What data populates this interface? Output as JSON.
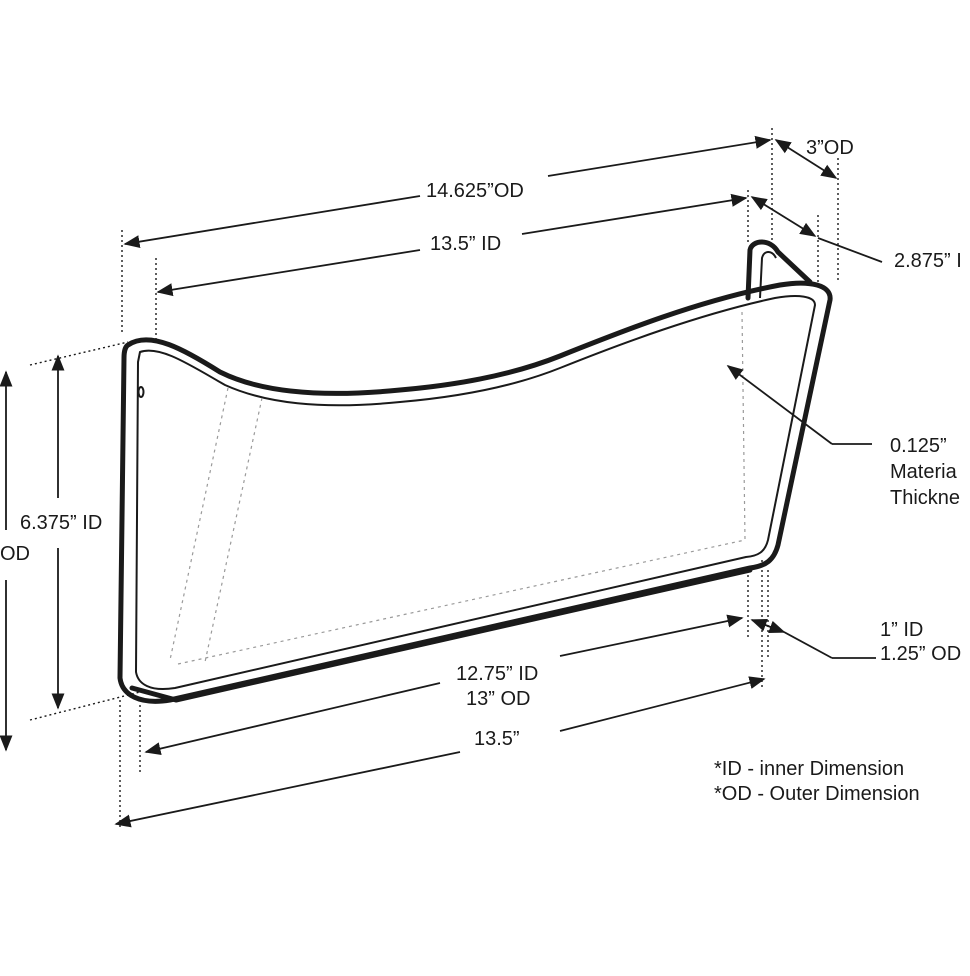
{
  "dimensions": {
    "od_depth": "3”OD",
    "outer_width": "14.625”OD",
    "inner_width": "13.5” ID",
    "id_depth": "2.875” I",
    "material_line1": "0.125”",
    "material_line2": "Materia",
    "material_line3": "Thickne",
    "inner_height": "6.375” ID",
    "outer_height": "OD",
    "bottom_id_depth": "1” ID",
    "bottom_od_depth": "1.25” OD",
    "bottom_id_width": "12.75” ID",
    "bottom_od_width": "13” OD",
    "base_width": "13.5”"
  },
  "legend": {
    "id_note": "*ID - inner Dimension",
    "od_note": "*OD - Outer Dimension"
  }
}
